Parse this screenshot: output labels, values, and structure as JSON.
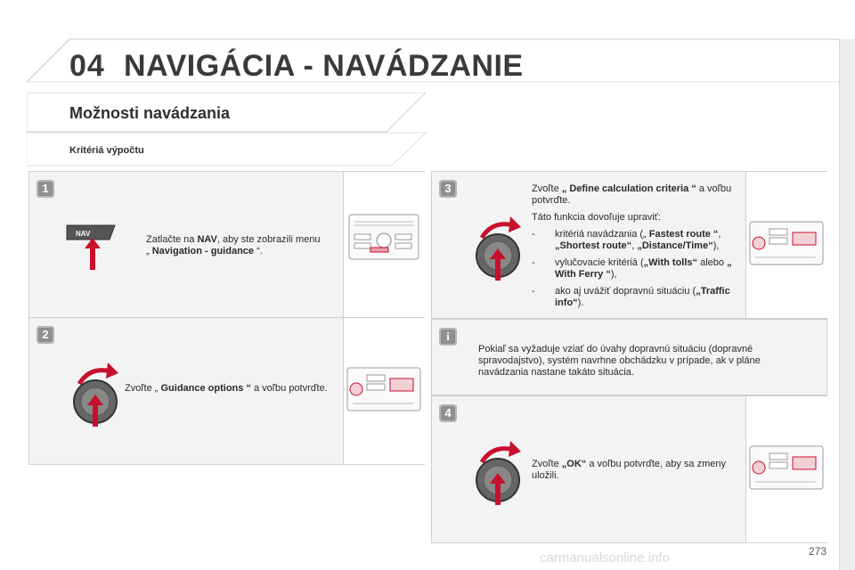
{
  "header": {
    "chapter": "04",
    "title": "NAVIGÁCIA - NAVÁDZANIE"
  },
  "section": {
    "title": "Možnosti navádzania",
    "subtitle": "Kritériá výpočtu"
  },
  "steps": {
    "s1": {
      "number": "1",
      "button_label": "NAV",
      "t1": "Zatlačte na ",
      "b1": "NAV",
      "t2": ", aby ste zobrazili menu „ ",
      "b2": "Navigation - guidance",
      "t3": " “."
    },
    "s2": {
      "number": "2",
      "t1": "Zvoľte „ ",
      "b1": "Guidance options “",
      "t2": " a voľbu potvrďte."
    },
    "s3": {
      "number": "3",
      "t1": "Zvoľte ",
      "b1": "„ Define calculation criteria “",
      "t2": " a voľbu potvrďte.",
      "intro": "Táto funkcia dovoľuje upraviť:",
      "dash": "-",
      "i1a": "kritériá navádzania („ ",
      "i1b": "Fastest route “",
      "i1c": ", ",
      "i1d": "„Shortest route“",
      "i1e": ", ",
      "i1f": "„Distance/Time“",
      "i1g": "),",
      "i2a": "vylučovacie kritériá (",
      "i2b": "„With tolls“",
      "i2c": " alebo ",
      "i2d": "„ With Ferry “",
      "i2e": "),",
      "i3a": "ako aj uvážiť dopravnú situáciu (",
      "i3b": "„Traffic info“",
      "i3c": ")."
    },
    "info": {
      "icon_letter": "i",
      "text": "Pokiaľ sa vyžaduje vziať do úvahy dopravnú situáciu (dopravné spravodajstvo), systém navrhne obchádzku v prípade, ak v pláne navádzania nastane takáto situácia."
    },
    "s4": {
      "number": "4",
      "t1": "Zvoľte ",
      "b1": "„OK“",
      "t2": " a voľbu potvrďte, aby sa zmeny uložili."
    }
  },
  "footer": {
    "page_number": "273",
    "watermark": "carmanualsonline.info"
  },
  "colors": {
    "accent_red": "#c8102e",
    "panel_bg": "#f3f3f3",
    "step_badge": "#8f8f8f"
  }
}
